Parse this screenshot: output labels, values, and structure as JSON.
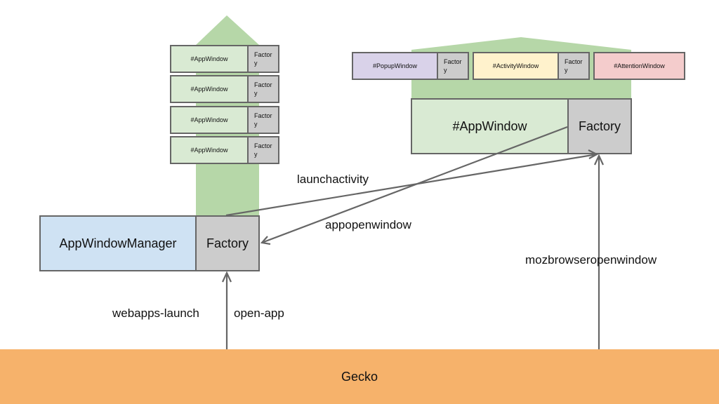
{
  "colors": {
    "arrow_fill": "#b6d7a8",
    "appwindow_fill": "#d9ead3",
    "factory_fill": "#cccccc",
    "manager_fill": "#cfe2f3",
    "popup_fill": "#d9d2e9",
    "activity_fill": "#fff2cc",
    "attention_fill": "#f4cccc",
    "gecko_fill": "#f6b26b",
    "stroke": "#666666"
  },
  "stack": {
    "windows": [
      {
        "label": "#AppWindow",
        "factory": "Factor\ny"
      },
      {
        "label": "#AppWindow",
        "factory": "Factor\ny"
      },
      {
        "label": "#AppWindow",
        "factory": "Factor\ny"
      },
      {
        "label": "#AppWindow",
        "factory": "Factor\ny"
      }
    ]
  },
  "child_windows": {
    "popup": {
      "label": "#PopupWindow",
      "factory": "Factor\ny"
    },
    "activity": {
      "label": "#ActivityWindow",
      "factory": "Factor\ny"
    },
    "attention": {
      "label": "#AttentionWindow"
    }
  },
  "app_window": {
    "label": "#AppWindow",
    "factory": "Factory"
  },
  "manager": {
    "label": "AppWindowManager",
    "factory": "Factory"
  },
  "gecko": {
    "label": "Gecko"
  },
  "edges": {
    "launchactivity": "launchactivity",
    "appopenwindow": "appopenwindow",
    "mozbrowseropenwindow": "mozbrowseropenwindow",
    "webapps_launch": "webapps-launch",
    "open_app": "open-app"
  }
}
